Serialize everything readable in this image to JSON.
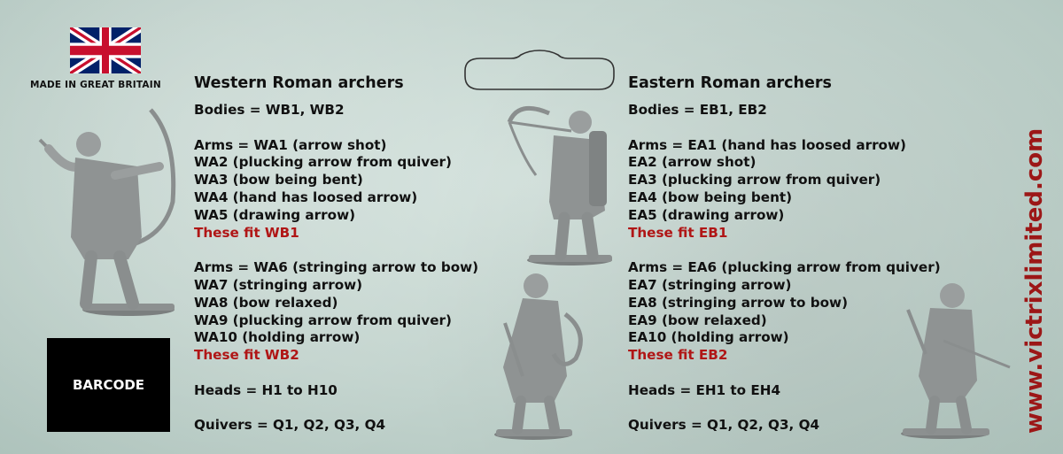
{
  "brand": {
    "made_in": "MADE IN GREAT BRITAIN",
    "website": "www.victrixlimited.com",
    "accent_color": "#b01616"
  },
  "barcode": {
    "label": "BARCODE"
  },
  "western": {
    "title": "Western Roman archers",
    "bodies": "Bodies = WB1, WB2",
    "arms1": [
      "Arms = WA1 (arrow shot)",
      "WA2 (plucking arrow from quiver)",
      "WA3 (bow being bent)",
      "WA4 (hand has loosed arrow)",
      "WA5 (drawing arrow)"
    ],
    "fit1": "These fit WB1",
    "arms2": [
      "Arms = WA6 (stringing arrow to bow)",
      "WA7 (stringing arrow)",
      "WA8 (bow relaxed)",
      "WA9 (plucking arrow from quiver)",
      "WA10 (holding arrow)"
    ],
    "fit2": "These fit WB2",
    "heads": "Heads = H1 to H10",
    "quivers": "Quivers = Q1, Q2, Q3, Q4"
  },
  "eastern": {
    "title": "Eastern Roman archers",
    "bodies": "Bodies = EB1, EB2",
    "arms1": [
      "Arms = EA1 (hand has loosed arrow)",
      "EA2 (arrow shot)",
      "EA3 (plucking arrow from quiver)",
      "EA4 (bow being bent)",
      "EA5 (drawing arrow)"
    ],
    "fit1": "These fit EB1",
    "arms2": [
      "Arms = EA6 (plucking arrow from quiver)",
      "EA7 (stringing arrow)",
      "EA8 (stringing arrow to bow)",
      "EA9 (bow relaxed)",
      "EA10 (holding arrow)"
    ],
    "fit2": "These fit EB2",
    "heads": "Heads = EH1 to EH4",
    "quivers": "Quivers = Q1, Q2, Q3, Q4"
  },
  "icons": [
    "union-jack-flag-icon",
    "hanger-hole-icon"
  ]
}
